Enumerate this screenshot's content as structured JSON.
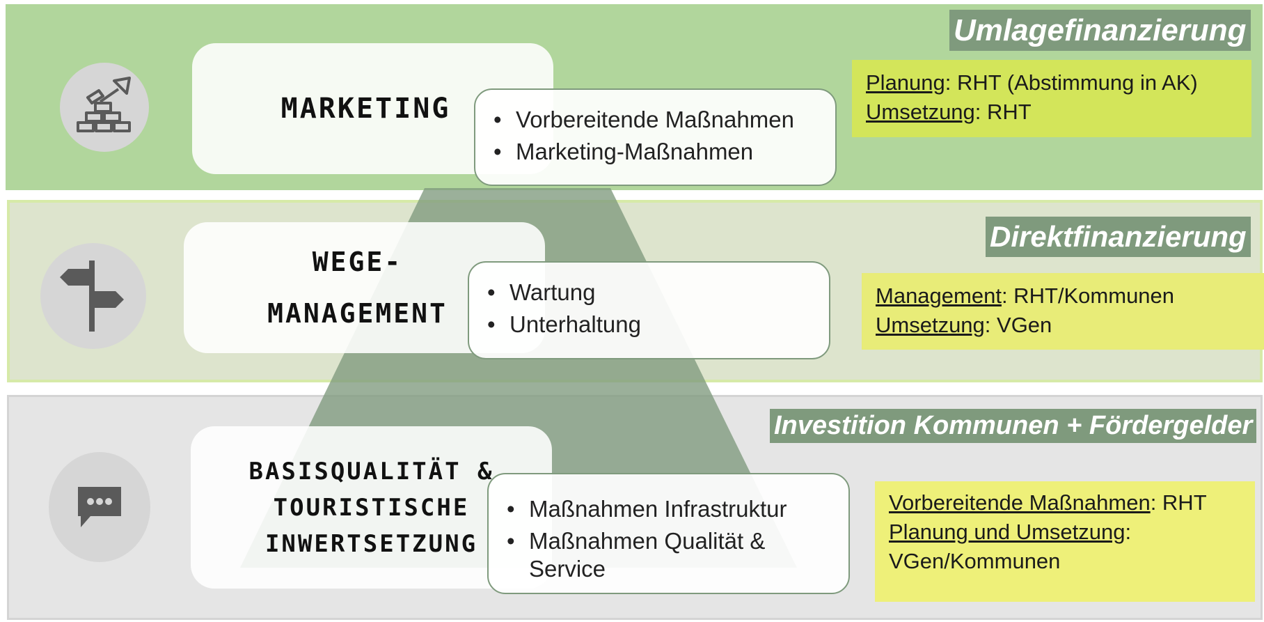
{
  "colors": {
    "band_top": "#b1d69c",
    "band_middle": "#dde4cd",
    "band_bottom": "#e5e5e5",
    "pyramid": "#7f9a7d",
    "label_bg": "#7f9a7d",
    "resp_bg": "#ddea58"
  },
  "tiers": [
    {
      "icon": "trowel-bricks-icon",
      "title_lines": [
        "MARKETING"
      ],
      "bullets": [
        "Vorbereitende Maßnahmen",
        "Marketing-Maßnahmen"
      ],
      "financing": "Umlagefinanzierung",
      "responsibilities": [
        {
          "label": "Planung",
          "value": ": RHT (Abstimmung in AK)"
        },
        {
          "label": "Umsetzung",
          "value": ": RHT"
        }
      ]
    },
    {
      "icon": "signpost-icon",
      "title_lines": [
        "WEGE-",
        "MANAGEMENT"
      ],
      "bullets": [
        "Wartung",
        "Unterhaltung"
      ],
      "financing": "Direktfinanzierung",
      "responsibilities": [
        {
          "label": "Management",
          "value": ": RHT/Kommunen"
        },
        {
          "label": "Umsetzung",
          "value": ": VGen"
        }
      ]
    },
    {
      "icon": "chat-bubble-icon",
      "title_lines": [
        "BASISQUALITÄT &",
        "TOURISTISCHE",
        "INWERTSETZUNG"
      ],
      "bullets": [
        "Maßnahmen Infrastruktur",
        "Maßnahmen Qualität & Service"
      ],
      "financing": "Investition Kommunen + Fördergelder",
      "responsibilities": [
        {
          "label": "Vorbereitende Maßnahmen",
          "value": ": RHT"
        },
        {
          "label": "Planung und Umsetzung",
          "value": ":"
        },
        {
          "label": "",
          "value": "VGen/Kommunen"
        }
      ]
    }
  ]
}
